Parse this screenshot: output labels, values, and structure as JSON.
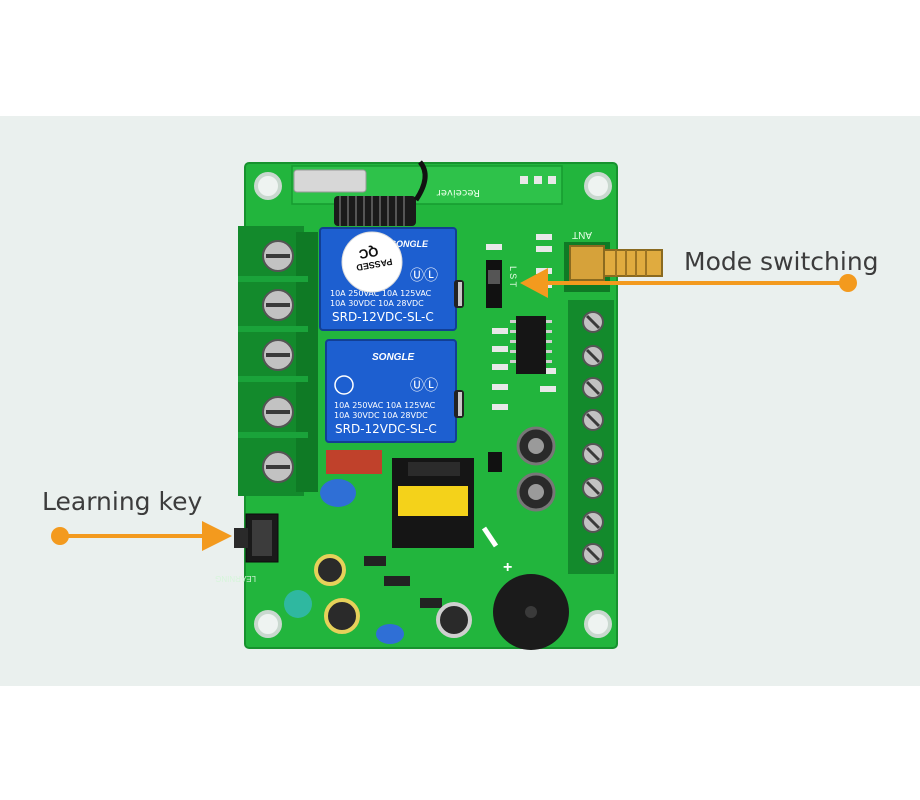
{
  "annotations": {
    "mode_switching": "Mode switching",
    "learning_key": "Learning key",
    "arrow_color": "#f39a1e"
  },
  "board": {
    "pcb_color": "#22b53d",
    "receiver_label": "Receiver",
    "ant_label": "ANT",
    "lst_label": "L S T",
    "learning_label": "LEARNING",
    "qc_sticker": {
      "line1": "PASSED",
      "line2": "QC"
    },
    "relays": [
      {
        "brand": "SONGLE",
        "spec_line1": "10A 250VAC   10A 125VAC",
        "spec_line2": "10A  30VDC   10A  28VDC",
        "model": "SRD-12VDC-SL-C"
      },
      {
        "brand": "SONGLE",
        "spec_line1": "10A 250VAC   10A 125VAC",
        "spec_line2": "10A  30VDC   10A  28VDC",
        "model": "SRD-12VDC-SL-C"
      }
    ],
    "plus_mark": "+"
  }
}
